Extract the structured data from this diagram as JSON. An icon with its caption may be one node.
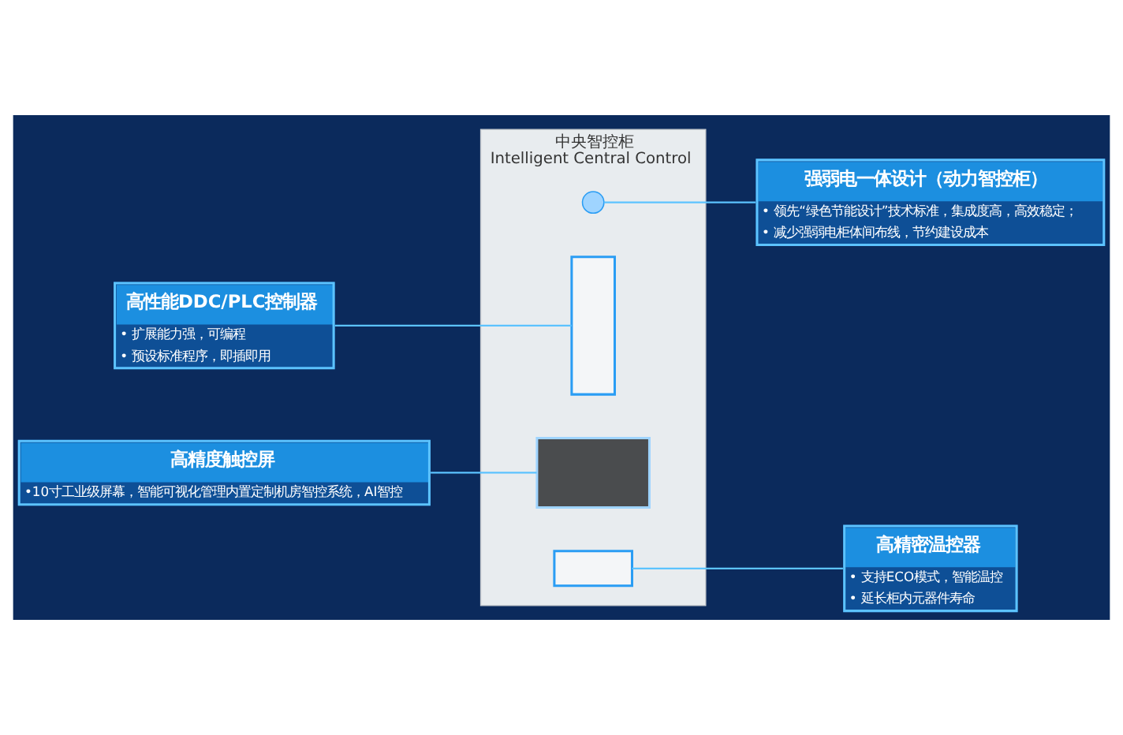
{
  "diagram": {
    "nodes": [
      {
        "text": [
          "中央智控柜",
          "Intelligent Central Control"
        ]
      },
      {
        "text": [],
        "shape": "circle",
        "in": 0
      },
      {
        "text": [],
        "shape": "box",
        "in": 0
      },
      {
        "text": [],
        "shape": "box",
        "in": 0
      },
      {
        "text": [],
        "shape": "box",
        "in": 0
      },
      {
        "text": [
          "高性能DDC/PLC控制器",
          "• 扩展能力强，可编程",
          "• 预设标准程序，即插即用"
        ]
      },
      {
        "text": [
          "强弱电一体设计（动力智控柜）",
          "• 领先“绿色节能设计”技术标准，集成度高，高效稳定；",
          "• 减少强弱电柜体间布线，节约建设成本"
        ]
      },
      {
        "text": [
          "高精度触控屏",
          "•10寸工业级屏幕，智能可视化管理内置定制机房智控系统，AI智控"
        ]
      },
      {
        "text": [
          "高精密温控器",
          "• 支持ECO模式，智能温控",
          "• 延长柜内元器件寿命"
        ]
      }
    ],
    "edges": [
      {
        "from": 5,
        "to": 2,
        "arrow": "none"
      },
      {
        "from": 6,
        "to": 1,
        "arrow": "none"
      },
      {
        "from": 7,
        "to": 3,
        "arrow": "none"
      },
      {
        "from": 8,
        "to": 4,
        "arrow": "none"
      }
    ]
  }
}
